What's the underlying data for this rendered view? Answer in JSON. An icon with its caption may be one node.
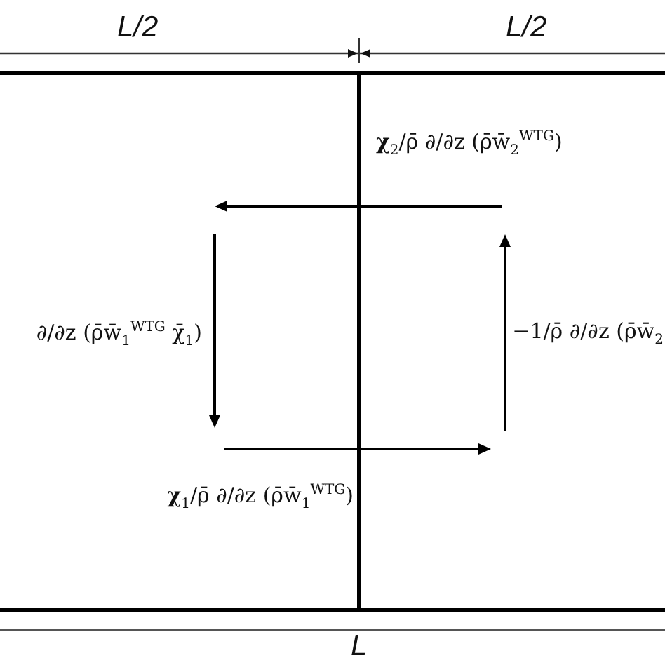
{
  "diagram": {
    "labels": [
      "L/2",
      "L/2",
      "**χ**$_{2}$/ρ̄ ∂/∂z (ρ̄w̄$_{2}$$^{WTG}$)",
      "∂/∂z (ρ̄w̄$_{1}$$^{WTG}$ χ̄$_{1}$)",
      "−1/ρ̄ ∂/∂z (ρ̄w̄$_{2}$",
      "**χ**$_{1}$/ρ̄ ∂/∂z (ρ̄w̄$_{1}$$^{WTG}$)",
      "L"
    ]
  }
}
